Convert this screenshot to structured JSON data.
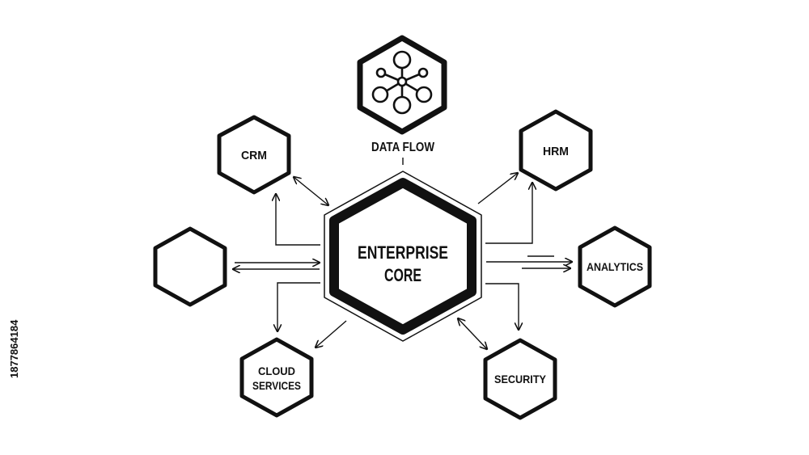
{
  "diagram": {
    "center": {
      "line1": "ENTERPRISE",
      "line2": "CORE"
    },
    "nodes": {
      "data_flow": {
        "label": "DATA FLOW",
        "icon": "network-graph-icon"
      },
      "crm": {
        "label": "CRM"
      },
      "hrm": {
        "label": "HRM"
      },
      "analytics": {
        "label": "ANALYTICS"
      },
      "security": {
        "label": "SECURITY"
      },
      "cloud": {
        "line1": "CLOUD",
        "line2": "SERVICES"
      },
      "blank": {
        "label": ""
      }
    }
  },
  "stock_id": "1877864184",
  "colors": {
    "stroke": "#111111",
    "background": "#ffffff"
  }
}
